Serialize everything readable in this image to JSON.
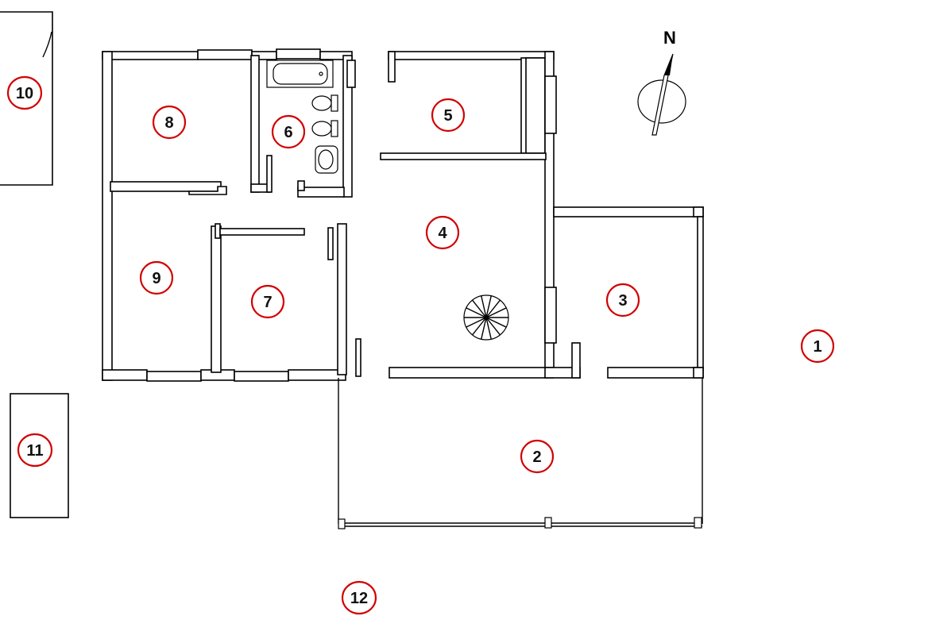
{
  "north_label": "N",
  "accent_color": "#d10000",
  "rooms": [
    {
      "label": "1"
    },
    {
      "label": "2"
    },
    {
      "label": "3"
    },
    {
      "label": "4"
    },
    {
      "label": "5"
    },
    {
      "label": "6"
    },
    {
      "label": "7"
    },
    {
      "label": "8"
    },
    {
      "label": "9"
    },
    {
      "label": "10"
    },
    {
      "label": "11"
    },
    {
      "label": "12"
    }
  ],
  "icons": [
    "north-arrow-icon",
    "compass-icon",
    "spiral-staircase-icon",
    "bathtub-icon",
    "toilet-icon",
    "bidet-icon",
    "sink-icon"
  ]
}
